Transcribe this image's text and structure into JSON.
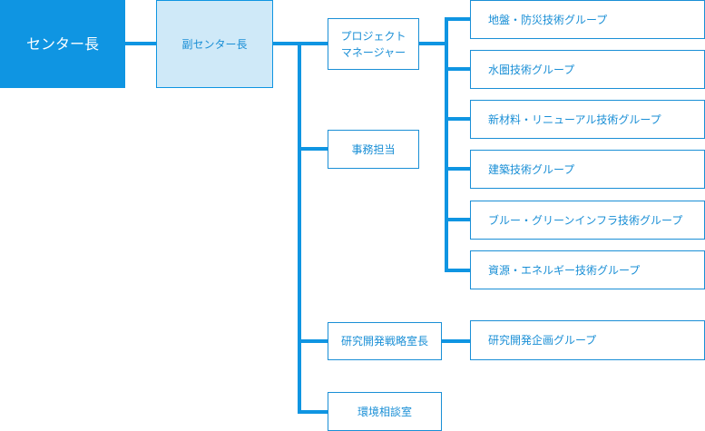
{
  "colors": {
    "primary": "#0f95e2",
    "light_fill": "#cfe9f8",
    "text": "#1a8fd6",
    "white": "#ffffff"
  },
  "nodes": {
    "center_head": "センター長",
    "deputy_head": "副センター長",
    "project_manager": [
      "プロジェクト",
      "マネージャー"
    ],
    "office_affairs": "事務担当",
    "rd_strategy_head": "研究開発戦略室長",
    "environment_consult": "環境相談室"
  },
  "groups": [
    "地盤・防災技術グループ",
    "水圏技術グループ",
    "新材料・リニューアル技術グループ",
    "建築技術グループ",
    "ブルー・グリーンインフラ技術グループ",
    "資源・エネルギー技術グループ"
  ],
  "rd_group": "研究開発企画グループ"
}
